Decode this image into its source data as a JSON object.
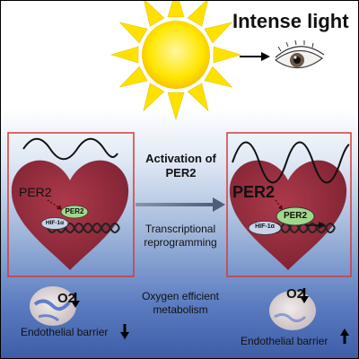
{
  "title": "Intense light",
  "center": {
    "activation": "Activation of PER2",
    "reprogramming": "Transcriptional reprogramming",
    "metabolism": "Oxygen efficient metabolism"
  },
  "left_panel": {
    "per2_label": "PER2",
    "per2_oval": "PER2",
    "hif_label": "HIF-1α",
    "o2_label": "O2",
    "barrier_label": "Endothelial barrier"
  },
  "right_panel": {
    "per2_label": "PER2",
    "per2_oval": "PER2",
    "hif_label": "HIF-1α",
    "o2_label": "O2",
    "barrier_label": "Endothelial barrier"
  },
  "colors": {
    "sun": "#ffe100",
    "heart": "#9c3040",
    "frame": "#d23a3a",
    "per2_oval": "#9fd88a"
  }
}
